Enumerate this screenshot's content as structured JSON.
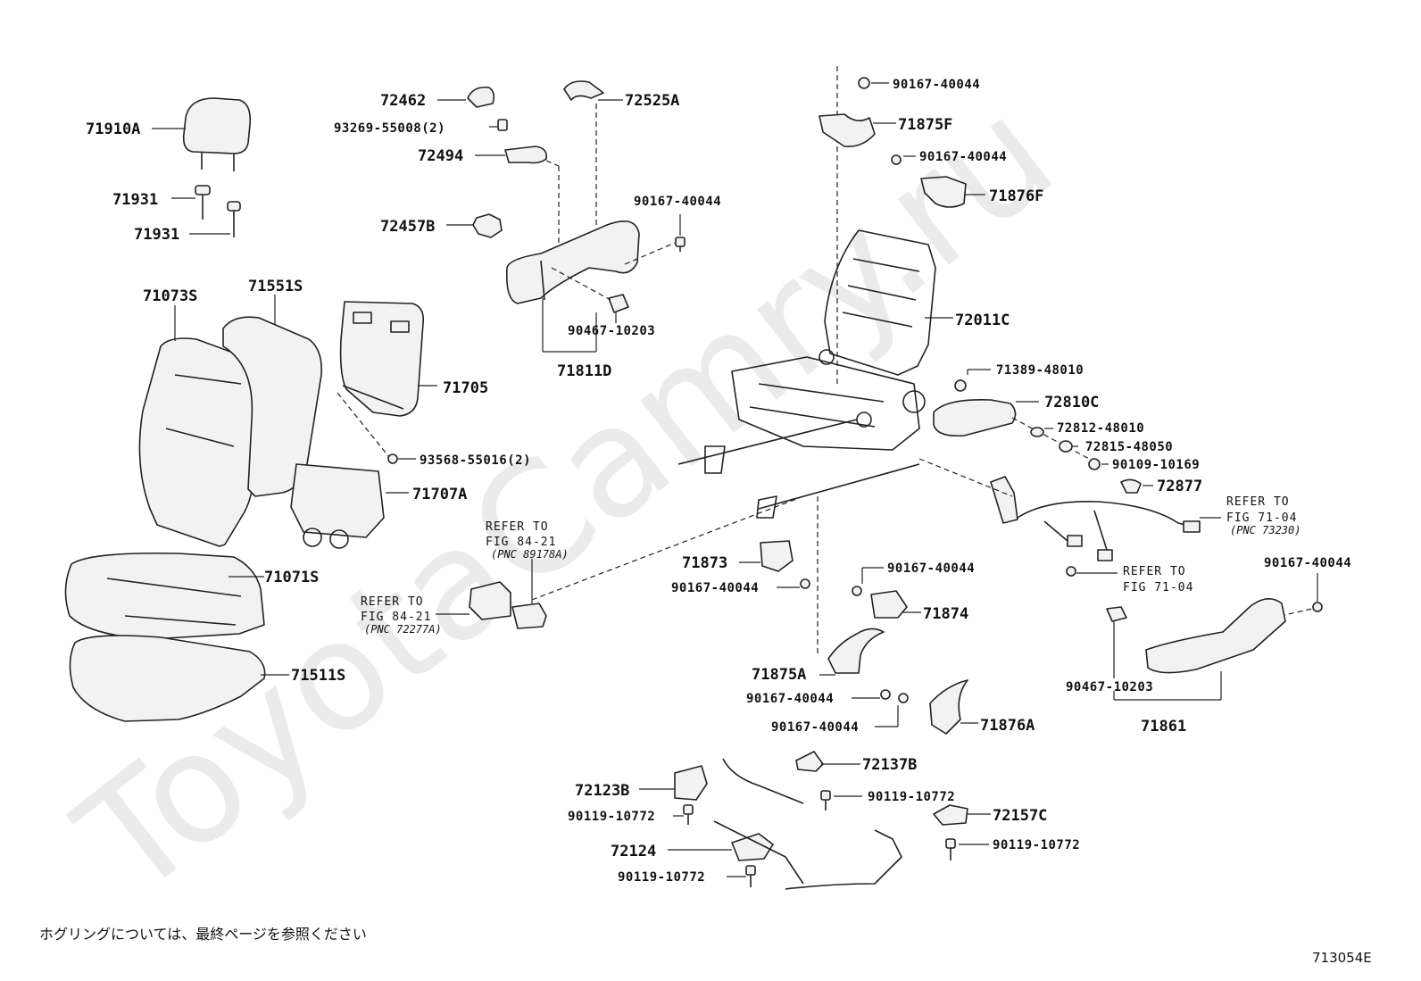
{
  "watermark": "ToyotaCamry.ru",
  "figure_code": "713054E",
  "footer_note": "ホグリングについては、最終ページを参照ください",
  "labels": {
    "p71910A": "71910A",
    "p71931a": "71931",
    "p71931b": "71931",
    "p71073S": "71073S",
    "p71551S": "71551S",
    "p71705": "71705",
    "p93568": "93568-55016(2)",
    "p71707A": "71707A",
    "p71071S": "71071S",
    "p71511S": "71511S",
    "p72462": "72462",
    "p93269": "93269-55008(2)",
    "p72494": "72494",
    "p72457B": "72457B",
    "p72525A": "72525A",
    "p90167_a": "90167-40044",
    "p90467_a": "90467-10203",
    "p71811D": "71811D",
    "p90167_top": "90167-40044",
    "p71875F": "71875F",
    "p90167_b": "90167-40044",
    "p71876F": "71876F",
    "p72011C": "72011C",
    "p71389": "71389-48010",
    "p72810C": "72810C",
    "p72812": "72812-48010",
    "p72815": "72815-48050",
    "p90109": "90109-10169",
    "p72877": "72877",
    "p71873": "71873",
    "p90167_c": "90167-40044",
    "p90167_d": "90167-40044",
    "p71874": "71874",
    "p71875A": "71875A",
    "p90167_e": "90167-40044",
    "p90167_f": "90167-40044",
    "p71876A": "71876A",
    "p90167_g": "90167-40044",
    "p90467_b": "90467-10203",
    "p71861": "71861",
    "p72137B": "72137B",
    "p90119_a": "90119-10772",
    "p72157C": "72157C",
    "p90119_b": "90119-10772",
    "p72123B": "72123B",
    "p90119_c": "90119-10772",
    "p72124": "72124",
    "p90119_d": "90119-10772"
  },
  "references": {
    "ref1": {
      "line1": "REFER TO",
      "line2": "FIG 84-21",
      "line3": "(PNC 89178A)"
    },
    "ref2": {
      "line1": "REFER TO",
      "line2": "FIG 84-21",
      "line3": "(PNC 72277A)"
    },
    "ref3": {
      "line1": "REFER TO",
      "line2": "FIG 71-04",
      "line3": "(PNC 73230)"
    },
    "ref4": {
      "line1": "REFER TO",
      "line2": "FIG 71-04"
    }
  }
}
